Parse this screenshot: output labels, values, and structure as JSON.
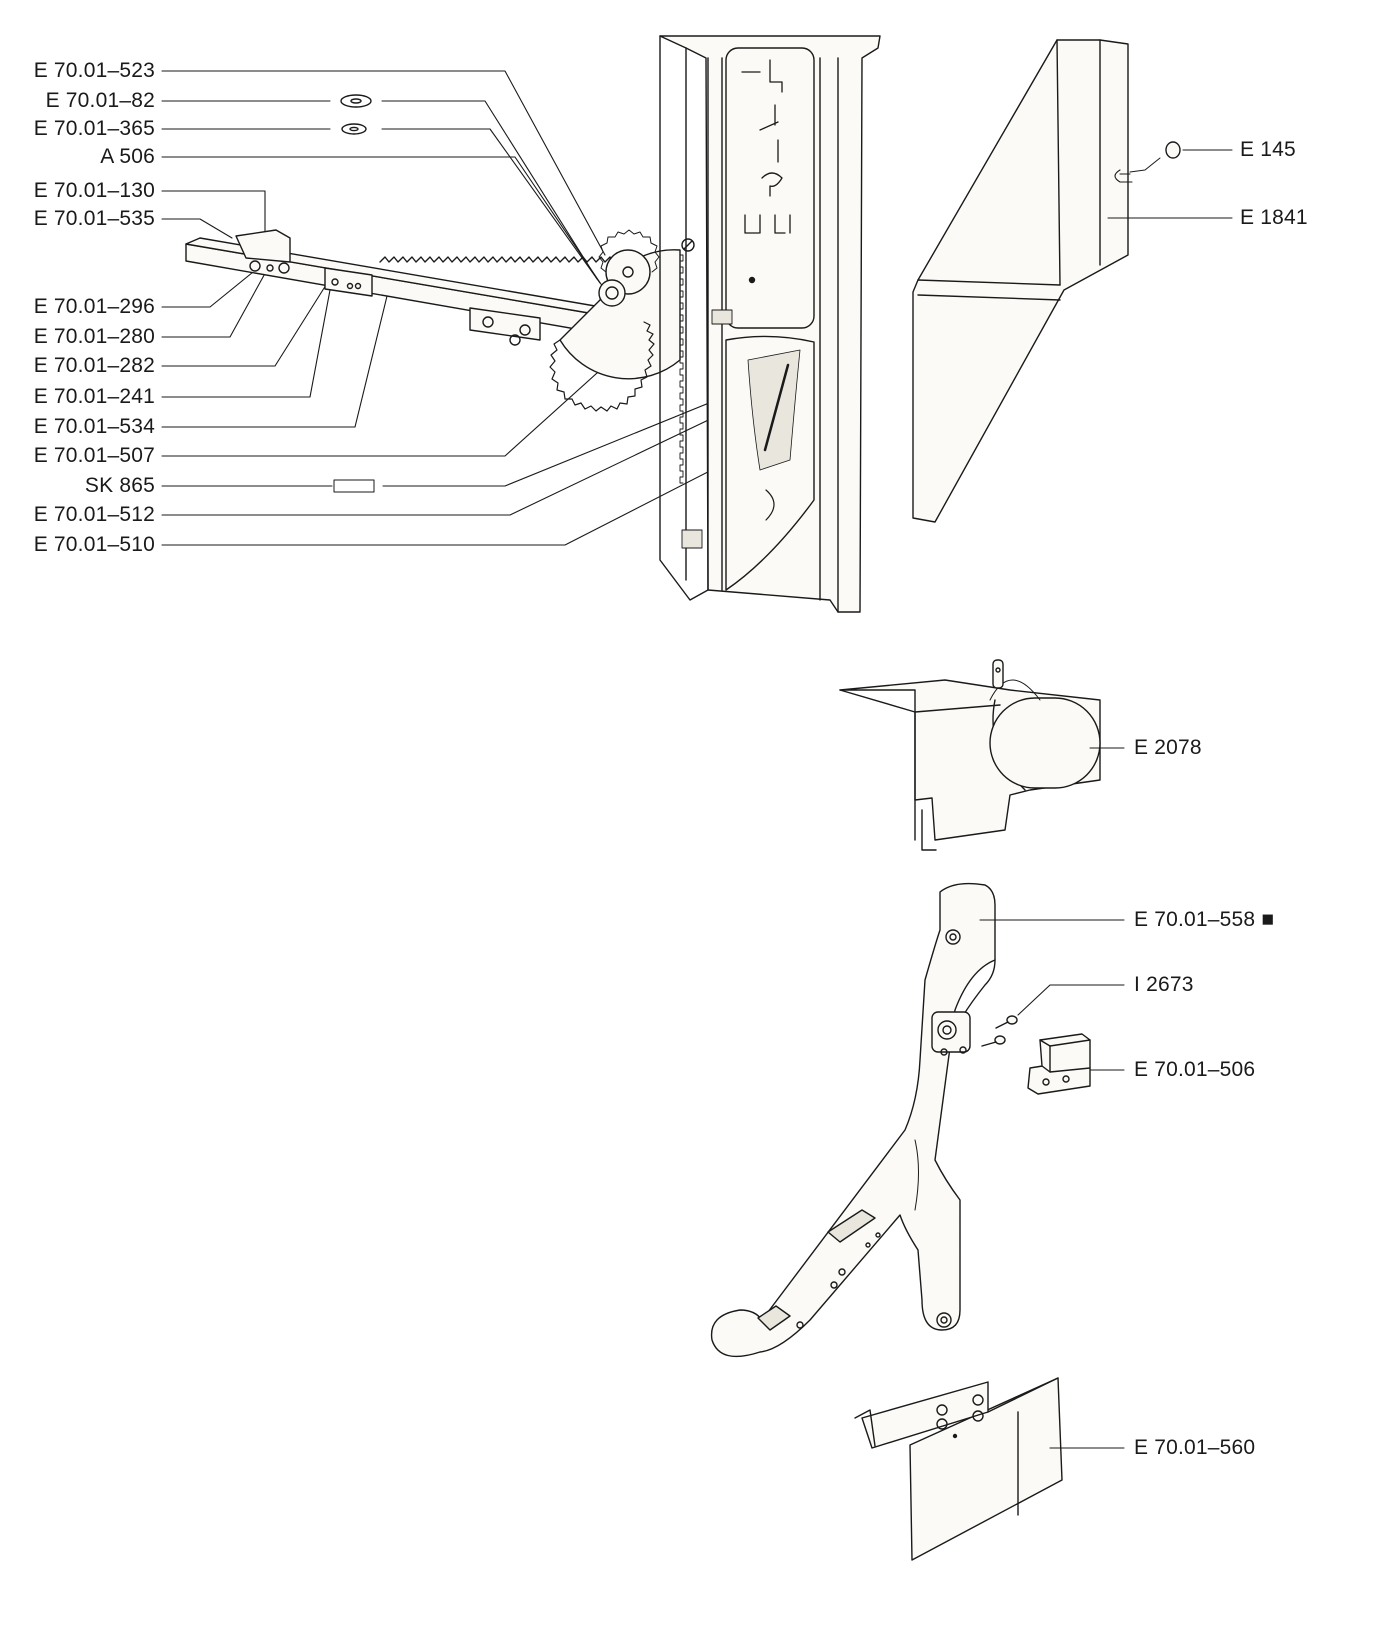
{
  "labels": {
    "e_70_01_523": "E 70.01–523",
    "e_70_01_82": "E 70.01–82",
    "e_70_01_365": "E 70.01–365",
    "a_506": "A 506",
    "e_70_01_130": "E 70.01–130",
    "e_70_01_535": "E 70.01–535",
    "e_70_01_296": "E 70.01–296",
    "e_70_01_280": "E 70.01–280",
    "e_70_01_282": "E 70.01–282",
    "e_70_01_241": "E 70.01–241",
    "e_70_01_534": "E 70.01–534",
    "e_70_01_507": "E 70.01–507",
    "sk_865": "SK 865",
    "e_70_01_512": "E 70.01–512",
    "e_70_01_510": "E 70.01–510",
    "e_145": "E 145",
    "e_1841": "E 1841",
    "e_2078": "E 2078",
    "e_70_01_558": "E 70.01–558 ■",
    "i_2673": "I 2673",
    "e_70_01_506": "E 70.01–506",
    "e_70_01_560": "E 70.01–560"
  },
  "colors": {
    "ink": "#1a1a1a",
    "paper": "#ffffff",
    "part_fill": "#fbfaf6",
    "shade": "#e9e6de"
  }
}
